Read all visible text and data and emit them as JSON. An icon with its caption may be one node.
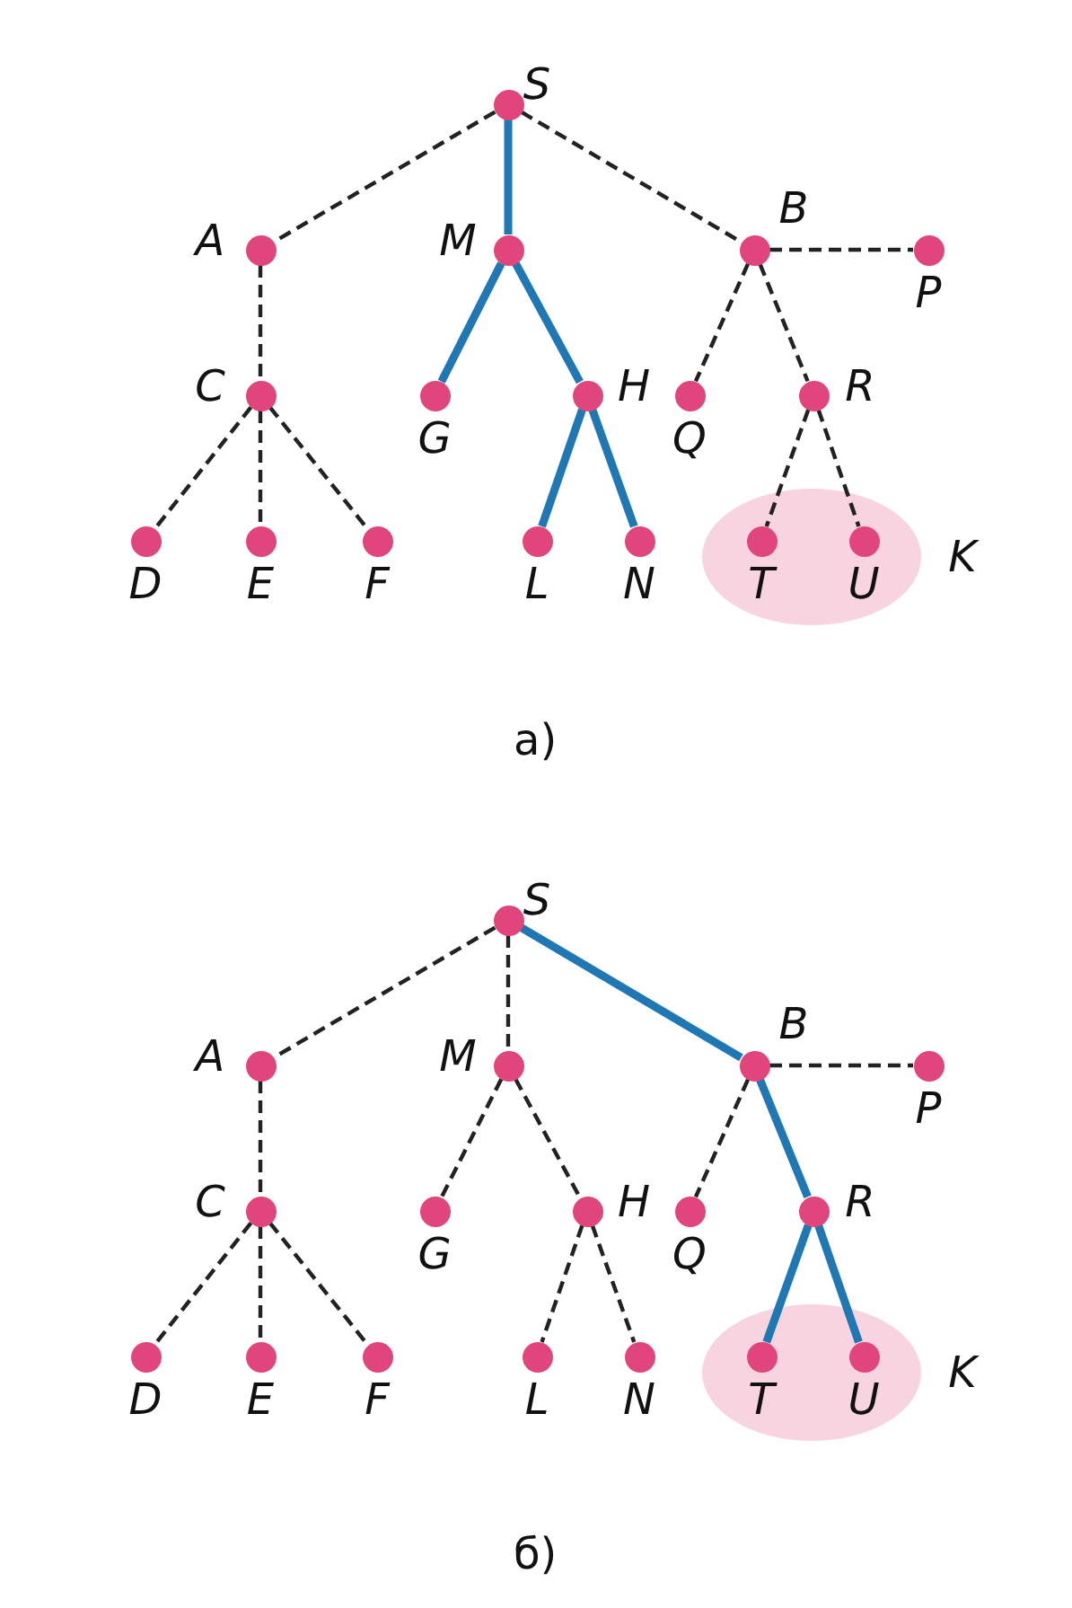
{
  "diagram": {
    "nodes": [
      {
        "text": [],
        "shape": "circle",
        "beside": [
          "S"
        ]
      },
      {
        "text": [],
        "shape": "circle",
        "beside": [
          "A"
        ]
      },
      {
        "text": [],
        "shape": "circle",
        "beside": [
          "M"
        ]
      },
      {
        "text": [],
        "shape": "circle",
        "beside": [
          "B"
        ]
      },
      {
        "text": [],
        "shape": "circle",
        "beside": [
          "P"
        ]
      },
      {
        "text": [],
        "shape": "circle",
        "beside": [
          "C"
        ]
      },
      {
        "text": [],
        "shape": "circle",
        "beside": [
          "G"
        ]
      },
      {
        "text": [],
        "shape": "circle",
        "beside": [
          "H"
        ]
      },
      {
        "text": [],
        "shape": "circle",
        "beside": [
          "Q"
        ]
      },
      {
        "text": [],
        "shape": "circle",
        "beside": [
          "R"
        ]
      },
      {
        "text": [],
        "shape": "ellipse",
        "beside": [
          "K"
        ]
      },
      {
        "text": [],
        "shape": "circle",
        "beside": [
          "D"
        ]
      },
      {
        "text": [],
        "shape": "circle",
        "beside": [
          "E"
        ]
      },
      {
        "text": [],
        "shape": "circle",
        "beside": [
          "F"
        ]
      },
      {
        "text": [],
        "shape": "circle",
        "beside": [
          "L"
        ]
      },
      {
        "text": [],
        "shape": "circle",
        "beside": [
          "N"
        ]
      },
      {
        "text": [],
        "shape": "circle",
        "beside": [
          "T"
        ],
        "in": 10
      },
      {
        "text": [],
        "shape": "circle",
        "beside": [
          "U"
        ],
        "in": 10
      },
      {
        "text": [],
        "shape": "circle",
        "beside": [
          "S"
        ]
      },
      {
        "text": [],
        "shape": "circle",
        "beside": [
          "A"
        ]
      },
      {
        "text": [],
        "shape": "circle",
        "beside": [
          "M"
        ]
      },
      {
        "text": [],
        "shape": "circle",
        "beside": [
          "B"
        ]
      },
      {
        "text": [],
        "shape": "circle",
        "beside": [
          "P"
        ]
      },
      {
        "text": [],
        "shape": "circle",
        "beside": [
          "C"
        ]
      },
      {
        "text": [],
        "shape": "circle",
        "beside": [
          "G"
        ]
      },
      {
        "text": [],
        "shape": "circle",
        "beside": [
          "H"
        ]
      },
      {
        "text": [],
        "shape": "circle",
        "beside": [
          "Q"
        ]
      },
      {
        "text": [],
        "shape": "circle",
        "beside": [
          "R"
        ]
      },
      {
        "text": [],
        "shape": "ellipse",
        "beside": [
          "K"
        ]
      },
      {
        "text": [],
        "shape": "circle",
        "beside": [
          "D"
        ]
      },
      {
        "text": [],
        "shape": "circle",
        "beside": [
          "E"
        ]
      },
      {
        "text": [],
        "shape": "circle",
        "beside": [
          "F"
        ]
      },
      {
        "text": [],
        "shape": "circle",
        "beside": [
          "L"
        ]
      },
      {
        "text": [],
        "shape": "circle",
        "beside": [
          "N"
        ]
      },
      {
        "text": [],
        "shape": "circle",
        "beside": [
          "T"
        ],
        "in": 28
      },
      {
        "text": [],
        "shape": "circle",
        "beside": [
          "U"
        ],
        "in": 28
      }
    ],
    "edges": [
      {
        "from": 0,
        "to": 1,
        "arrow": "none",
        "style": "dashed"
      },
      {
        "from": 0,
        "to": 2,
        "arrow": "none",
        "style": "thick",
        "color": "#1f77b4"
      },
      {
        "from": 0,
        "to": 3,
        "arrow": "none",
        "style": "dashed"
      },
      {
        "from": 1,
        "to": 5,
        "arrow": "none",
        "style": "dashed"
      },
      {
        "from": 3,
        "to": 4,
        "arrow": "none",
        "style": "dashed"
      },
      {
        "from": 5,
        "to": 11,
        "arrow": "none",
        "style": "dashed"
      },
      {
        "from": 5,
        "to": 12,
        "arrow": "none",
        "style": "dashed"
      },
      {
        "from": 5,
        "to": 13,
        "arrow": "none",
        "style": "dashed"
      },
      {
        "from": 2,
        "to": 6,
        "arrow": "none",
        "style": "thick",
        "color": "#1f77b4"
      },
      {
        "from": 2,
        "to": 7,
        "arrow": "none",
        "style": "thick",
        "color": "#1f77b4"
      },
      {
        "from": 7,
        "to": 14,
        "arrow": "none",
        "style": "thick",
        "color": "#1f77b4"
      },
      {
        "from": 7,
        "to": 15,
        "arrow": "none",
        "style": "thick",
        "color": "#1f77b4"
      },
      {
        "from": 3,
        "to": 8,
        "arrow": "none",
        "style": "dashed"
      },
      {
        "from": 3,
        "to": 9,
        "arrow": "none",
        "style": "dashed"
      },
      {
        "from": 9,
        "to": 16,
        "arrow": "none",
        "style": "dashed"
      },
      {
        "from": 9,
        "to": 17,
        "arrow": "none",
        "style": "dashed"
      },
      {
        "from": 18,
        "to": 19,
        "arrow": "none",
        "style": "dashed"
      },
      {
        "from": 18,
        "to": 20,
        "arrow": "none",
        "style": "dashed"
      },
      {
        "from": 18,
        "to": 21,
        "arrow": "none",
        "style": "thick",
        "color": "#1f77b4"
      },
      {
        "from": 19,
        "to": 23,
        "arrow": "none",
        "style": "dashed"
      },
      {
        "from": 21,
        "to": 22,
        "arrow": "none",
        "style": "dashed"
      },
      {
        "from": 23,
        "to": 29,
        "arrow": "none",
        "style": "dashed"
      },
      {
        "from": 23,
        "to": 30,
        "arrow": "none",
        "style": "dashed"
      },
      {
        "from": 23,
        "to": 31,
        "arrow": "none",
        "style": "dashed"
      },
      {
        "from": 20,
        "to": 24,
        "arrow": "none",
        "style": "dashed"
      },
      {
        "from": 20,
        "to": 25,
        "arrow": "none",
        "style": "dashed"
      },
      {
        "from": 25,
        "to": 32,
        "arrow": "none",
        "style": "dashed"
      },
      {
        "from": 25,
        "to": 33,
        "arrow": "none",
        "style": "dashed"
      },
      {
        "from": 21,
        "to": 26,
        "arrow": "none",
        "style": "dashed"
      },
      {
        "from": 21,
        "to": 27,
        "arrow": "none",
        "style": "thick",
        "color": "#1f77b4"
      },
      {
        "from": 27,
        "to": 34,
        "arrow": "none",
        "style": "thick",
        "color": "#1f77b4"
      },
      {
        "from": 27,
        "to": 35,
        "arrow": "none",
        "style": "thick",
        "color": "#1f77b4"
      }
    ],
    "labels": [
      "а)",
      "б)"
    ]
  }
}
